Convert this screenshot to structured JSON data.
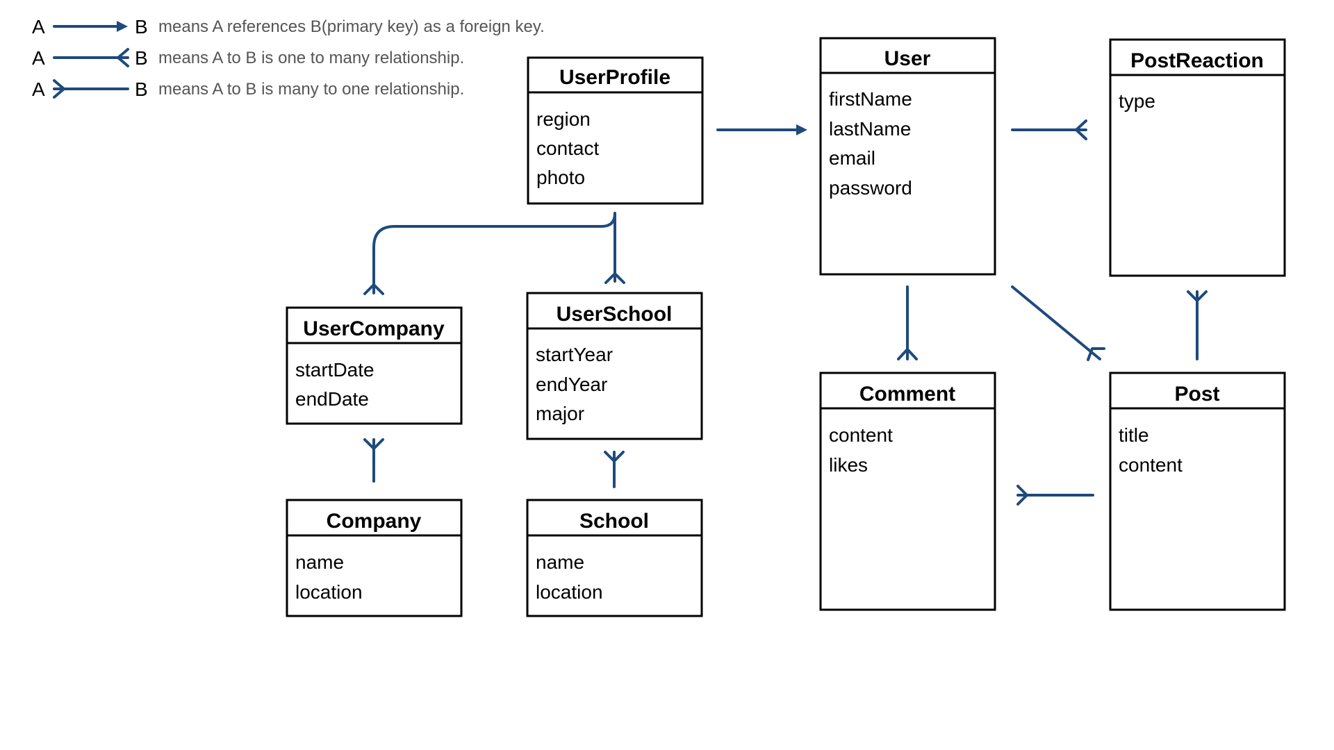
{
  "legend": [
    {
      "a": "A",
      "b": "B",
      "text": "means A references B(primary key) as a foreign key.",
      "kind": "arrow"
    },
    {
      "a": "A",
      "b": "B",
      "text": "means A to B is one to many relationship.",
      "kind": "one-to-many"
    },
    {
      "a": "A",
      "b": "B",
      "text": "means A to B is many to one relationship.",
      "kind": "many-to-one"
    }
  ],
  "entities": {
    "user_profile": {
      "title": "UserProfile",
      "fields": [
        "region",
        "contact",
        "photo"
      ]
    },
    "user": {
      "title": "User",
      "fields": [
        "firstName",
        "lastName",
        "email",
        "password"
      ]
    },
    "post_reaction": {
      "title": "PostReaction",
      "fields": [
        "type"
      ]
    },
    "user_company": {
      "title": "UserCompany",
      "fields": [
        "startDate",
        "endDate"
      ]
    },
    "user_school": {
      "title": "UserSchool",
      "fields": [
        "startYear",
        "endYear",
        "major"
      ]
    },
    "company": {
      "title": "Company",
      "fields": [
        "name",
        "location"
      ]
    },
    "school": {
      "title": "School",
      "fields": [
        "name",
        "location"
      ]
    },
    "comment": {
      "title": "Comment",
      "fields": [
        "content",
        "likes"
      ]
    },
    "post": {
      "title": "Post",
      "fields": [
        "title",
        "content"
      ]
    }
  },
  "colors": {
    "relationship": "#1f4a7c",
    "box_border": "#000000",
    "legend_text": "#555555"
  }
}
